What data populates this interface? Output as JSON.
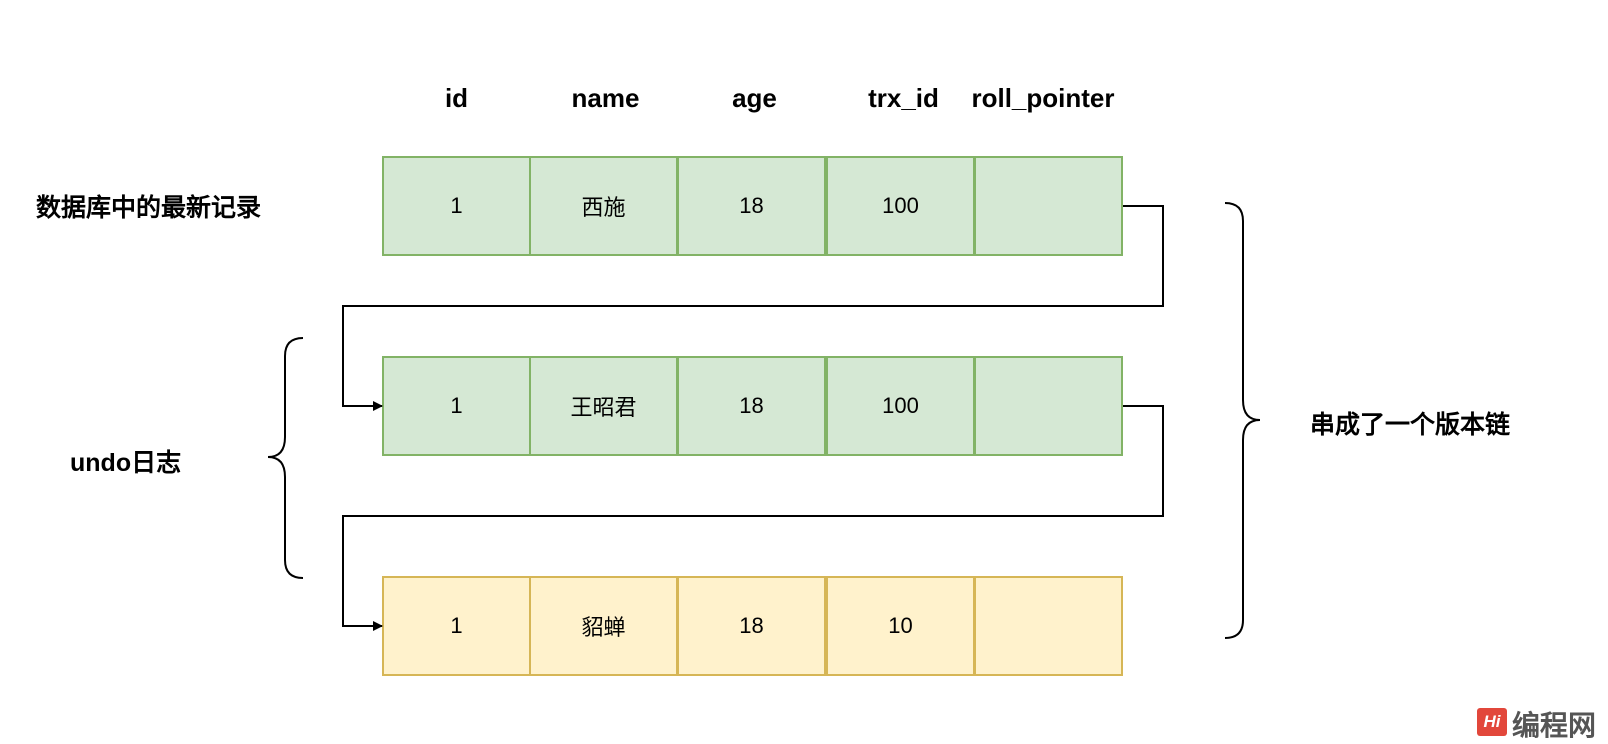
{
  "columns": [
    "id",
    "name",
    "age",
    "trx_id",
    "roll_pointer"
  ],
  "labels": {
    "latest_record": "数据库中的最新记录",
    "undo_log": "undo日志",
    "version_chain": "串成了一个版本链"
  },
  "rows": [
    {
      "id": "1",
      "name": "西施",
      "age": "18",
      "trx_id": "100",
      "roll_pointer": "",
      "color": "#d5e8d4"
    },
    {
      "id": "1",
      "name": "王昭君",
      "age": "18",
      "trx_id": "100",
      "roll_pointer": "",
      "color": "#d5e8d4"
    },
    {
      "id": "1",
      "name": "貂蝉",
      "age": "18",
      "trx_id": "10",
      "roll_pointer": "",
      "color": "#fff2cc"
    }
  ],
  "watermark": {
    "text": "编程网"
  }
}
